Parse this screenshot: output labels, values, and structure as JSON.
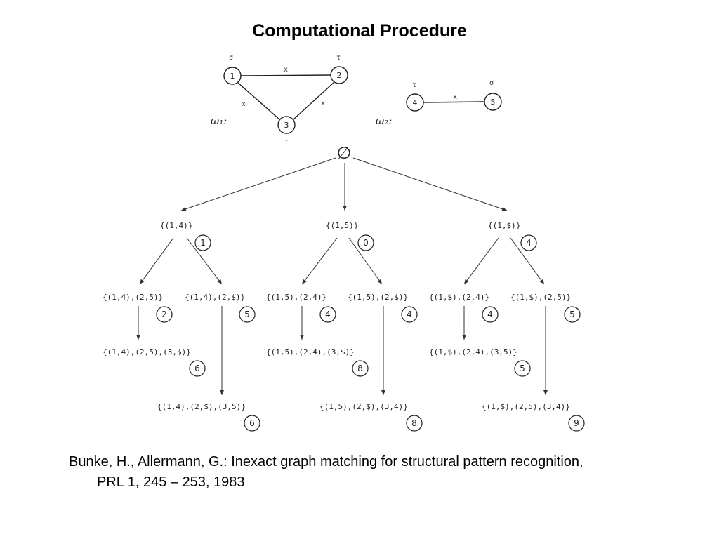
{
  "title": "Computational Procedure",
  "graphs": {
    "g1": {
      "label": "ω₁:",
      "nodes": [
        {
          "id": "1",
          "mark": "σ"
        },
        {
          "id": "2",
          "mark": "τ"
        },
        {
          "id": "3",
          "mark": "-"
        }
      ],
      "edge_labels": [
        "x",
        "x",
        "x"
      ]
    },
    "g2": {
      "label": "ω₂:",
      "nodes": [
        {
          "id": "4",
          "mark": "τ"
        },
        {
          "id": "5",
          "mark": "σ"
        }
      ],
      "edge_label": "x"
    }
  },
  "tree": {
    "root": "∅",
    "level1": [
      {
        "label": "{(1,4)}",
        "cost": "1"
      },
      {
        "label": "{(1,5)}",
        "cost": "0"
      },
      {
        "label": "{(1,$)}",
        "cost": "4"
      }
    ],
    "level2": [
      {
        "label": "{(1,4),(2,5)}",
        "cost": "2"
      },
      {
        "label": "{(1,4),(2,$)}",
        "cost": "5"
      },
      {
        "label": "{(1,5),(2,4)}",
        "cost": "4"
      },
      {
        "label": "{(1,5),(2,$)}",
        "cost": "4"
      },
      {
        "label": "{(1,$),(2,4)}",
        "cost": "4"
      },
      {
        "label": "{(1,$),(2,5)}",
        "cost": "5"
      }
    ],
    "level3": [
      {
        "label": "{(1,4),(2,5),(3,$)}",
        "cost": "6"
      },
      {
        "label": "{(1,5),(2,4),(3,$)}",
        "cost": "8"
      },
      {
        "label": "{(1,$),(2,4),(3,5)}",
        "cost": "5"
      }
    ],
    "level4": [
      {
        "label": "{(1,4),(2,$),(3,5)}",
        "cost": "6"
      },
      {
        "label": "{(1,5),(2,$),(3,4)}",
        "cost": "8"
      },
      {
        "label": "{(1,$),(2,5),(3,4)}",
        "cost": "9"
      }
    ]
  },
  "citation": {
    "line1": "Bunke, H., Allermann, G.: Inexact graph matching for structural pattern recognition,",
    "line2": "PRL 1, 245 – 253, 1983"
  }
}
